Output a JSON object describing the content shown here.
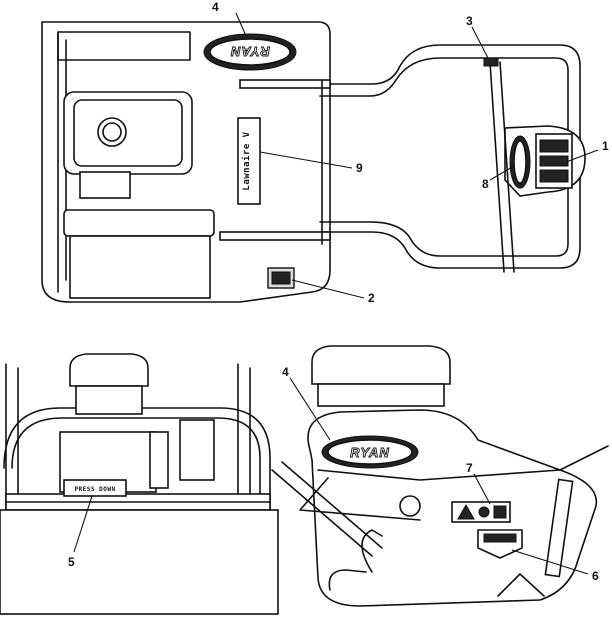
{
  "logo_text": "RYAN",
  "upper_decal_text": "Lawnaire V",
  "plate_text": "PRESS DOWN",
  "callouts": {
    "c1": "1",
    "c2": "2",
    "c3": "3",
    "c4_top": "4",
    "c4_side": "4",
    "c5": "5",
    "c6": "6",
    "c7": "7",
    "c8": "8",
    "c9": "9"
  }
}
